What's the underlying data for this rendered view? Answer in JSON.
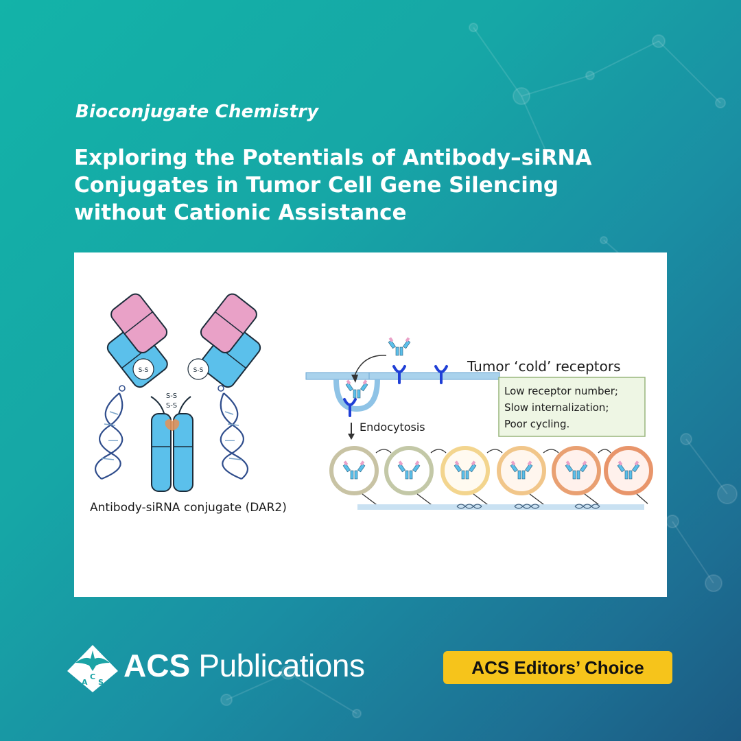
{
  "header": {
    "journal": "Bioconjugate Chemistry",
    "title_lines": [
      "Exploring the Potentials of Antibody–siRNA",
      "Conjugates in Tumor Cell Gene Silencing",
      "without Cationic Assistance"
    ]
  },
  "figure": {
    "ss_label": "S-S",
    "left_caption": "Antibody-siRNA conjugate (DAR2)",
    "receptors_label": "Tumor ‘cold’ receptors",
    "endocytosis_label": "Endocytosis",
    "info_box_lines": [
      "Low receptor number;",
      "Slow  internalization;",
      "Poor cycling."
    ]
  },
  "footer": {
    "brand_bold": "ACS",
    "brand_rest": " Publications",
    "logo_letters": [
      "A",
      "C",
      "S"
    ],
    "badge": "ACS Editors’ Choice"
  },
  "colors": {
    "bg_start": "#13b3a8",
    "bg_end": "#1b5a82",
    "badge": "#f6c41b",
    "antibody_blue": "#5bc0eb",
    "antibody_pink": "#e9a1c7",
    "receptor_blue": "#1f3fd6"
  },
  "icons": [
    "acs-eagle-logo-icon"
  ]
}
